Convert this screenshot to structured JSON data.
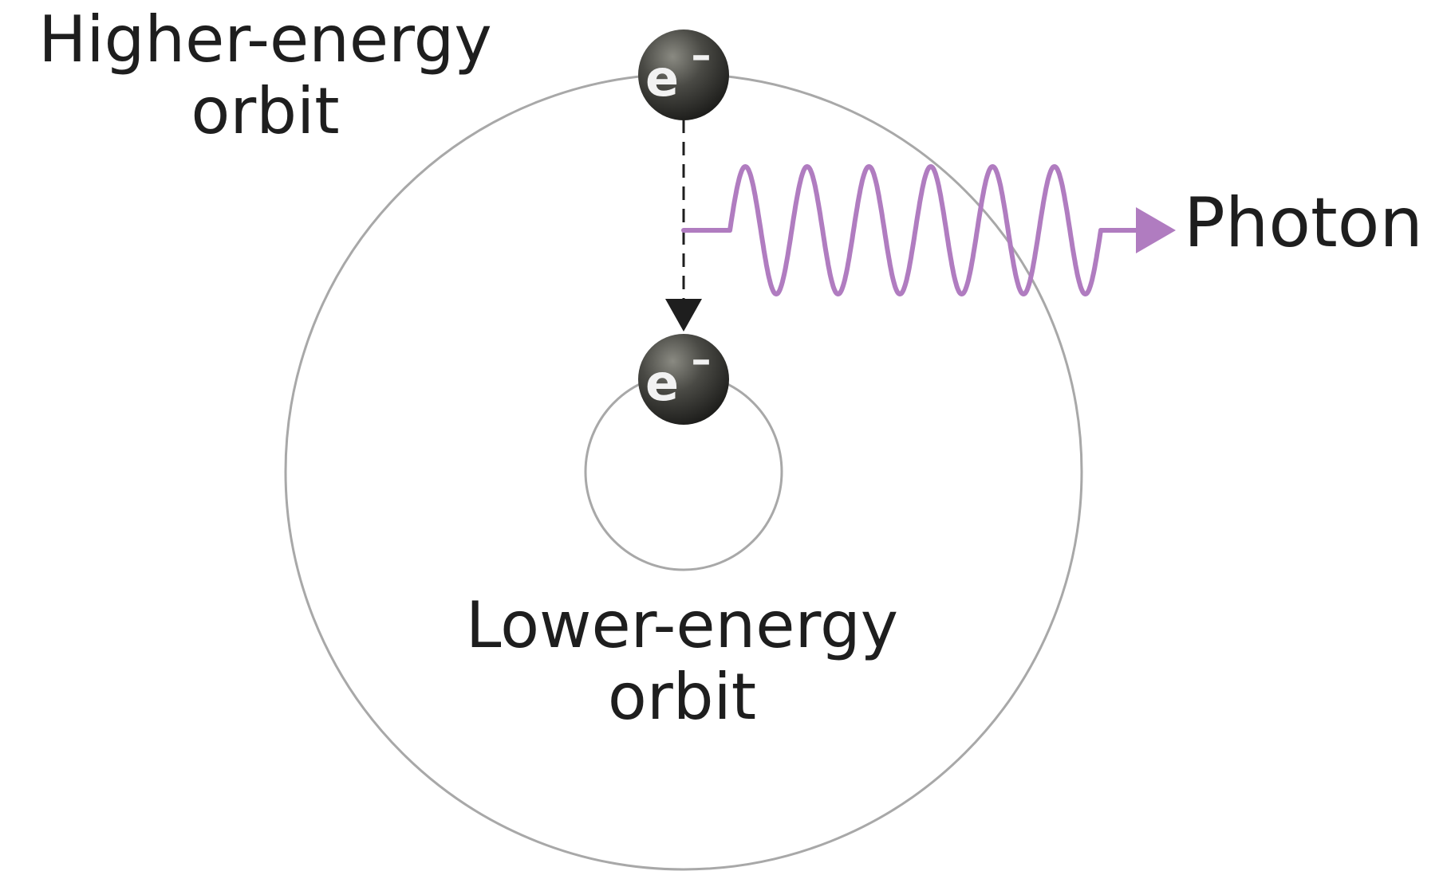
{
  "labels": {
    "higher_orbit": [
      "Higher-energy",
      "orbit"
    ],
    "lower_orbit": [
      "Lower-energy",
      "orbit"
    ],
    "photon": "Photon"
  },
  "electron": {
    "symbol": "e",
    "charge": "–"
  },
  "colors": {
    "orbit": "#a8a8a8",
    "photon": "#b07cc0",
    "electron_fill": "#3a3a36",
    "arrow": "#1e1e1e",
    "text": "#1e1e1e"
  },
  "icons": {
    "electron": "electron-sphere-icon",
    "transition_arrow": "dashed-arrow-down-icon",
    "photon_wave": "sine-wave-arrow-icon"
  }
}
